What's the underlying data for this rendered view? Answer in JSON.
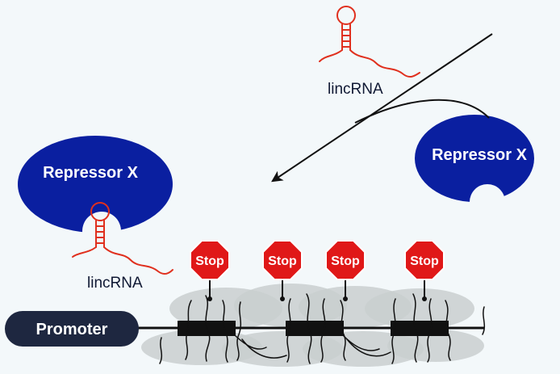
{
  "labels": {
    "repressor_left": "Repressor X",
    "repressor_right": "Repressor X",
    "lincrna_top": "lincRNA",
    "lincrna_bottom": "lincRNA",
    "promoter": "Promoter",
    "stop_1": "Stop",
    "stop_2": "Stop",
    "stop_3": "Stop",
    "stop_4": "Stop"
  },
  "colors": {
    "background": "#f3f8fa",
    "repressor_fill": "#0a1fa0",
    "lincrna_stroke": "#e0301e",
    "stop_fill": "#e01818",
    "promoter_fill": "#1e2740",
    "chromatin_fill": "#c9cfcf",
    "dna_line": "#111111"
  }
}
